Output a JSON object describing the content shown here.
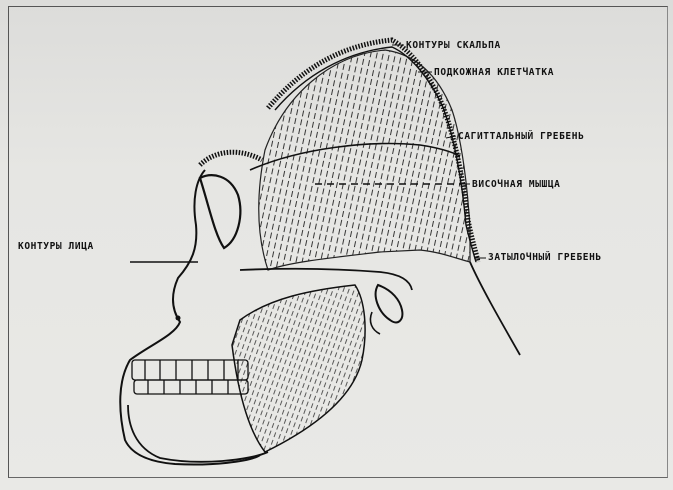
{
  "labels": {
    "scalp_contour": "КОНТУРЫ СКАЛЬПА",
    "subcutaneous_tissue": "ПОДКОЖНАЯ КЛЕТЧАТКА",
    "sagittal_crest": "САГИТТАЛЬНЫЙ ГРЕБЕНЬ",
    "temporal_muscle": "ВИСОЧНАЯ МЫШЦА",
    "occipital_crest": "ЗАТЫЛОЧНЫЙ ГРЕБЕНЬ",
    "face_contour": "КОНТУРЫ ЛИЦА"
  },
  "colors": {
    "ink": "#111111",
    "paper": "#e6e6e3",
    "frame": "#555555"
  }
}
